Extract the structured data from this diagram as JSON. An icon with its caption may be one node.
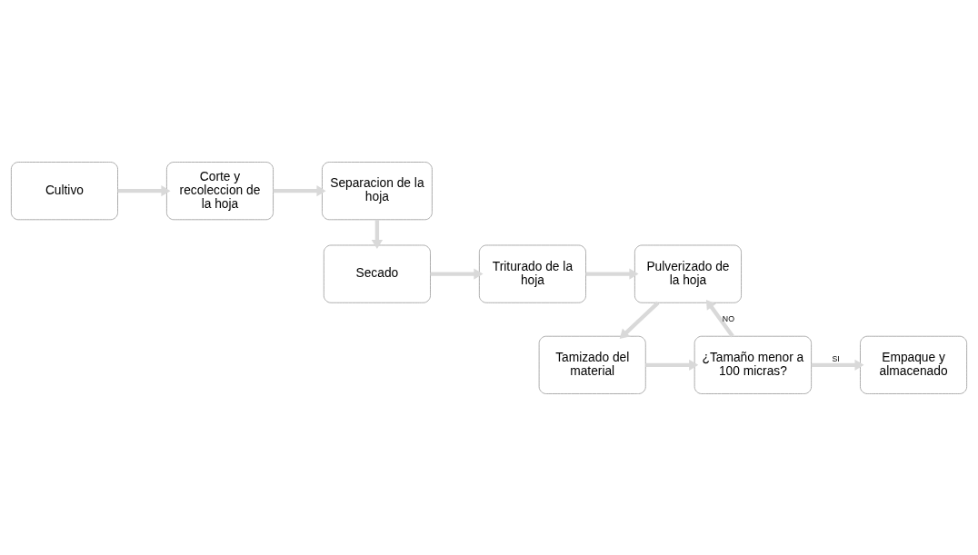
{
  "diagram": {
    "nodes": [
      {
        "text": [
          "Cultivo"
        ]
      },
      {
        "text": [
          "Corte y recoleccion de la hoja"
        ]
      },
      {
        "text": [
          "Separacion de la hoja"
        ]
      },
      {
        "text": [
          "Secado"
        ]
      },
      {
        "text": [
          "Triturado de la hoja"
        ]
      },
      {
        "text": [
          "Pulverizado de la hoja"
        ]
      },
      {
        "text": [
          "Tamizado del material"
        ]
      },
      {
        "text": [
          "¿Tamaño menor a 100 micras?"
        ]
      },
      {
        "text": [
          "Empaque y almacenado"
        ]
      }
    ],
    "edges": [
      {
        "from": 0,
        "to": 1,
        "arrow": "to"
      },
      {
        "from": 1,
        "to": 2,
        "arrow": "to"
      },
      {
        "from": 2,
        "to": 3,
        "arrow": "to"
      },
      {
        "from": 3,
        "to": 4,
        "arrow": "to"
      },
      {
        "from": 4,
        "to": 5,
        "arrow": "to"
      },
      {
        "from": 5,
        "to": 6,
        "arrow": "to"
      },
      {
        "from": 6,
        "to": 7,
        "arrow": "to"
      },
      {
        "from": 7,
        "to": 5,
        "arrow": "to",
        "label": "NO"
      },
      {
        "from": 7,
        "to": 8,
        "arrow": "to",
        "label": "SI"
      }
    ]
  }
}
